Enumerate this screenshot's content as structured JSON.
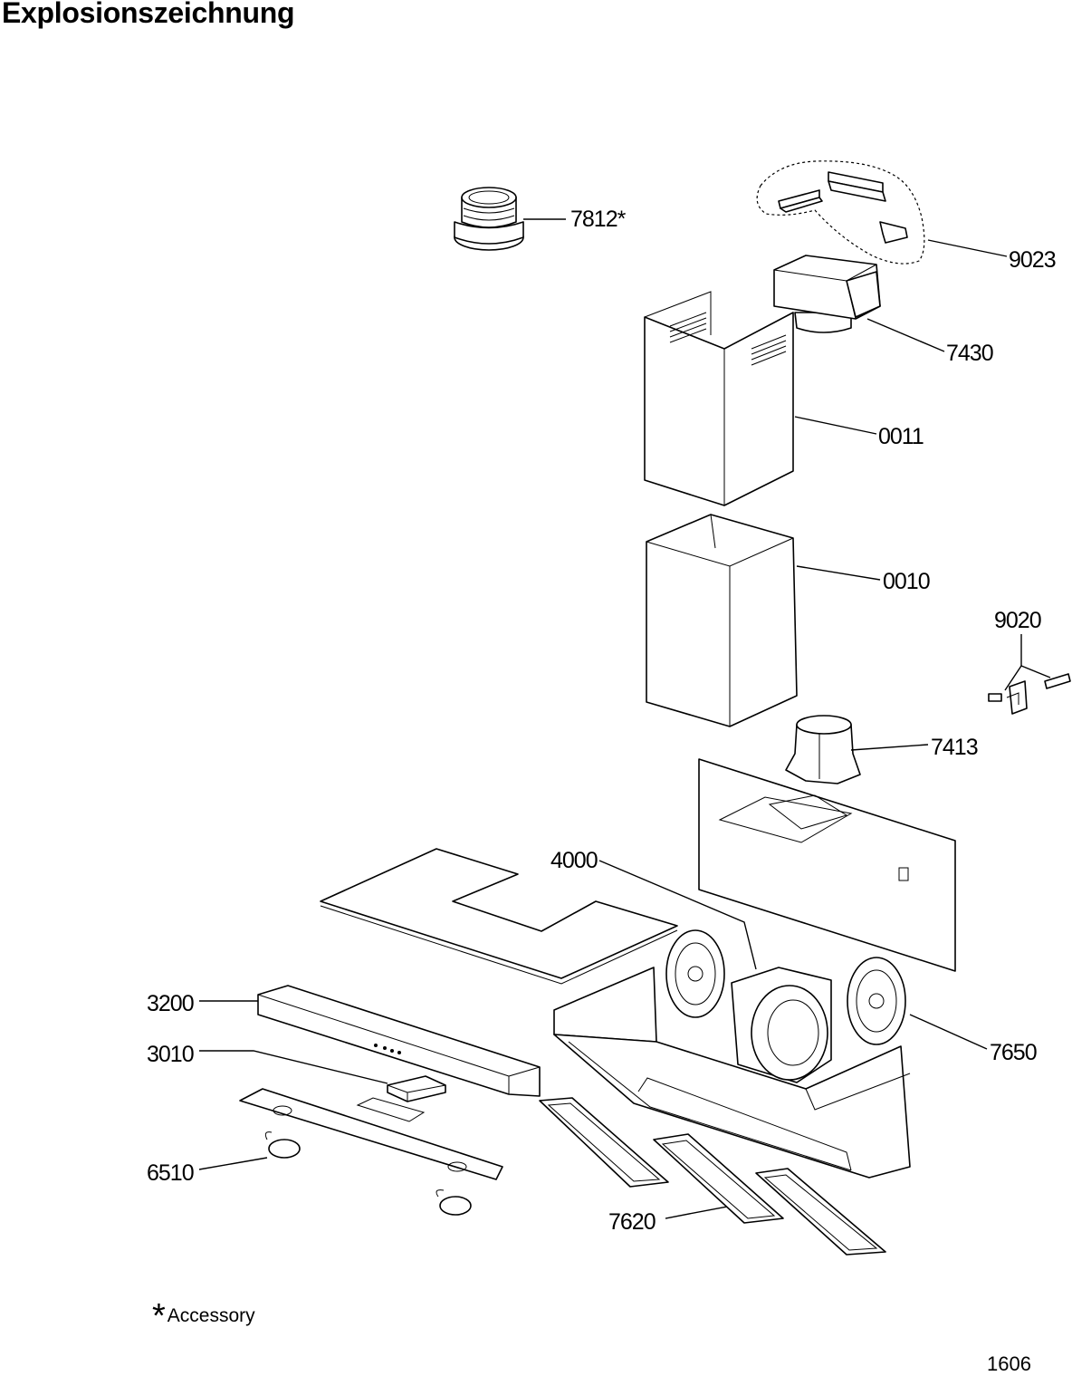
{
  "title": "Explosionszeichnung",
  "parts": {
    "p7812": "7812*",
    "p9023": "9023",
    "p7430": "7430",
    "p0011": "0011",
    "p0010": "0010",
    "p9020": "9020",
    "p7413": "7413",
    "p4000": "4000",
    "p3200": "3200",
    "p3010": "3010",
    "p7650": "7650",
    "p6510": "6510",
    "p7620": "7620"
  },
  "footnote": {
    "star": "*",
    "text": "Accessory"
  },
  "page_number": "1606"
}
